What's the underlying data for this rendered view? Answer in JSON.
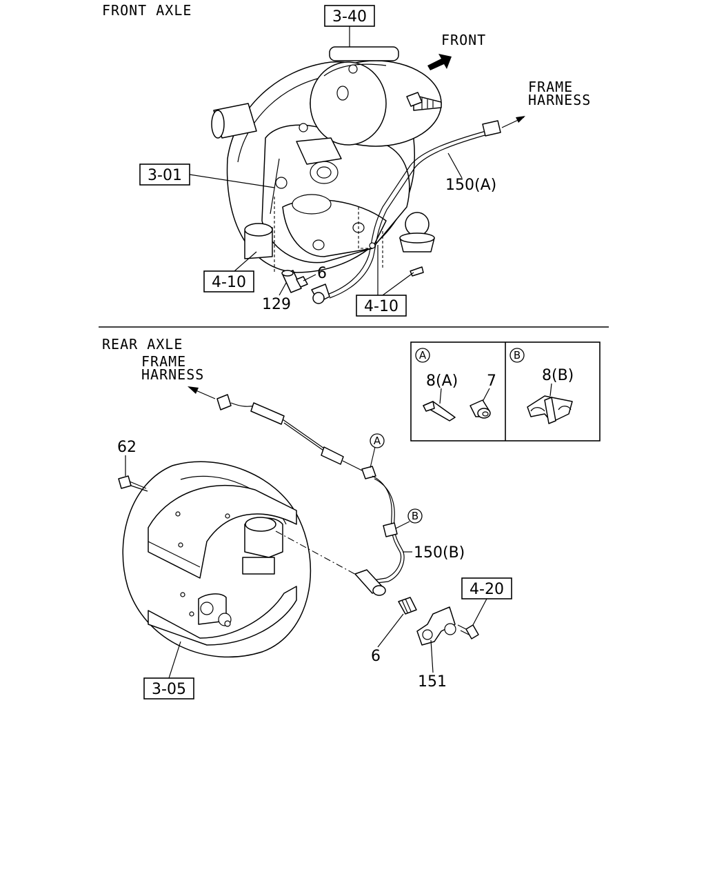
{
  "sections": {
    "front_title": "FRONT AXLE",
    "rear_title": "REAR AXLE"
  },
  "front": {
    "front_arrow_label": "FRONT",
    "frame_harness_line1": "FRAME",
    "frame_harness_line2": "HARNESS",
    "ref_3_40": "3-40",
    "ref_3_01": "3-01",
    "ref_4_10_left": "4-10",
    "ref_4_10_right": "4-10",
    "part_150a": "150(A)",
    "part_6": "6",
    "part_129": "129"
  },
  "rear": {
    "frame_harness_line1": "FRAME",
    "frame_harness_line2": "HARNESS",
    "part_62": "62",
    "part_150b": "150(B)",
    "ref_4_20": "4-20",
    "ref_3_05": "3-05",
    "part_6": "6",
    "part_151": "151",
    "callout_a": "A",
    "callout_b": "B"
  },
  "detail": {
    "panel_a_marker": "A",
    "panel_b_marker": "B",
    "part_8a": "8(A)",
    "part_7": "7",
    "part_8b": "8(B)"
  }
}
